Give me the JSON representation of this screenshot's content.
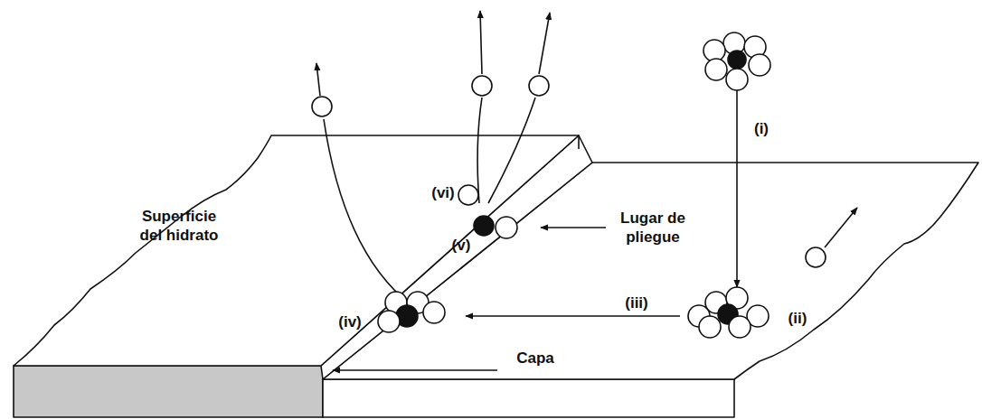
{
  "diagram": {
    "labels": [
      "(i)",
      "Lugar de pliegue",
      "(ii)",
      "Superficie del hidrato",
      "(vi)",
      "(v)",
      "(iii)",
      "(iv)",
      "Capa"
    ]
  }
}
